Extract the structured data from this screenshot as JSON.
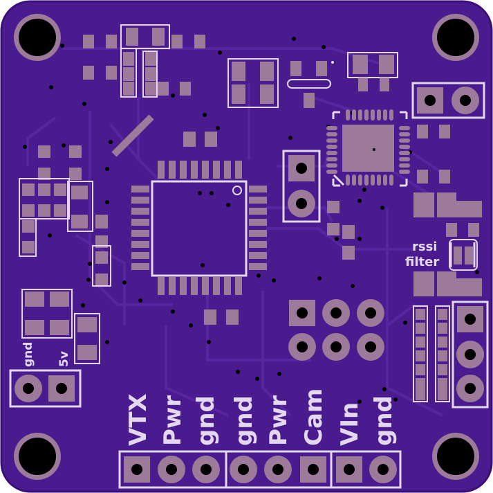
{
  "colors": {
    "board": "#4a1b8e",
    "board_edge": "#3a0f78",
    "copper": "#5a27a3",
    "pad": "#9d7a9a",
    "pad_dark": "#8b6a88",
    "silk": "#e3d8f0",
    "hole": "#000000",
    "background": "#ffffff"
  },
  "silkscreen": {
    "gnd_left": "gnd",
    "v5": "5v",
    "rssi": "rssi",
    "filter": "filter",
    "vtx": "VTX",
    "pwr1": "Pwr",
    "gnd1": "gnd",
    "gnd2": "gnd",
    "pwr2": "Pwr",
    "cam": "Cam",
    "vin": "VIn",
    "gnd3": "gnd"
  },
  "components": {
    "mcu": "tqfp-32 microcontroller",
    "qfn": "qfn osd chip",
    "header_bottom": "8-pin header",
    "header_right": "3-pin header",
    "isp": "2x3 isp header"
  }
}
